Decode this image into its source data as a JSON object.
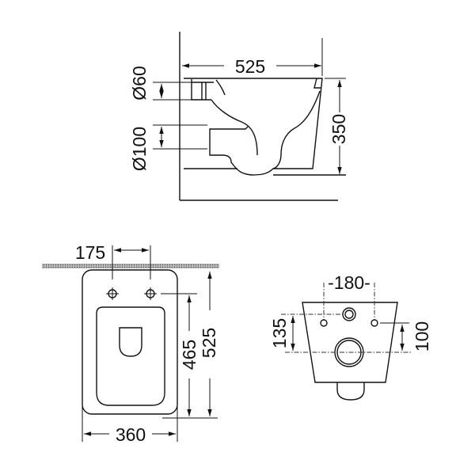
{
  "side_view": {
    "depth": "525",
    "height": "350",
    "inlet_diameter": "Ø60",
    "outlet_diameter": "Ø100"
  },
  "top_view": {
    "bolt_spacing": "175",
    "bolt_to_front": "465",
    "length": "525",
    "width": "360"
  },
  "rear_view": {
    "bolt_spacing": "-180-",
    "inlet_to_outlet": "135",
    "bolt_to_outlet": "100"
  }
}
